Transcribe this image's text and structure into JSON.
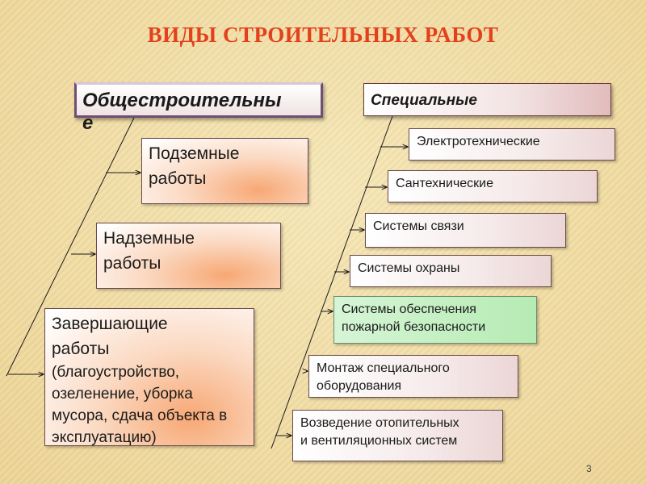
{
  "title": "ВИДЫ СТРОИТЕЛЬНЫХ РАБОТ",
  "left": {
    "header_line1": "Общестроительны",
    "header_line2": "е",
    "items": [
      {
        "line1": "Подземные",
        "line2": "работы"
      },
      {
        "line1": "Надземные",
        "line2": "работы"
      },
      {
        "line1": "Завершающие",
        "line2": "работы",
        "sub": "(благоустройство, озеленение, уборка мусора, сдача объекта в эксплуатацию)"
      }
    ]
  },
  "right": {
    "header": "Специальные",
    "items": [
      {
        "line1": "Электротехнические",
        "line2": ""
      },
      {
        "line1": "Сантехнические",
        "line2": ""
      },
      {
        "line1": "Системы связи",
        "line2": ""
      },
      {
        "line1": "Системы охраны",
        "line2": ""
      },
      {
        "line1": "Системы обеспечения",
        "line2": "пожарной безопасности",
        "highlight": "#b6ebb3"
      },
      {
        "line1": "Монтаж специального",
        "line2": "оборудования"
      },
      {
        "line1": "Возведение отопительных",
        "line2": "и вентиляционных систем"
      }
    ]
  },
  "colors": {
    "title": "#e3401c",
    "background": "#f1dfa6",
    "line": "#1a1a1a"
  },
  "page_number": "3"
}
